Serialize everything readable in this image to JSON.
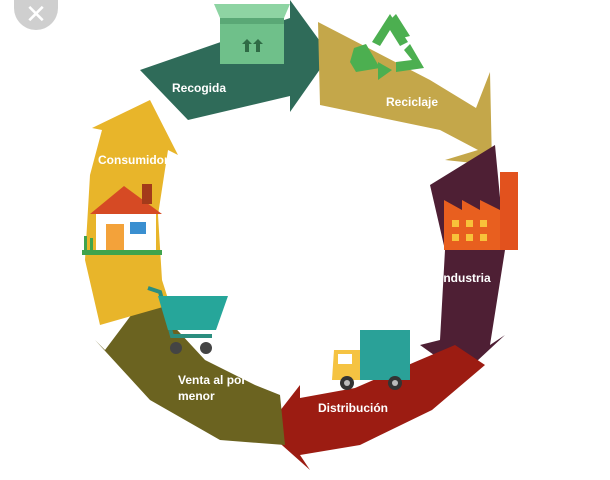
{
  "window": {
    "close_glyph": "✕"
  },
  "diagram": {
    "stages": [
      {
        "id": "recogida",
        "label": "Recogida",
        "color": "#2f6b59",
        "icon": "box-icon"
      },
      {
        "id": "reciclaje",
        "label": "Reciclaje",
        "color": "#c4a74a",
        "icon": "recycle-icon"
      },
      {
        "id": "industria",
        "label": "Industria",
        "color": "#4e1f34",
        "icon": "factory-icon"
      },
      {
        "id": "distribucion",
        "label": "Distribución",
        "color": "#9c1c12",
        "icon": "truck-icon"
      },
      {
        "id": "venta",
        "label_lines": [
          "Venta al por",
          "menor"
        ],
        "color": "#6b6320",
        "icon": "shopping-cart-icon"
      },
      {
        "id": "consumidor",
        "label": "Consumidor",
        "color": "#e8b52a",
        "icon": "house-icon"
      }
    ]
  }
}
